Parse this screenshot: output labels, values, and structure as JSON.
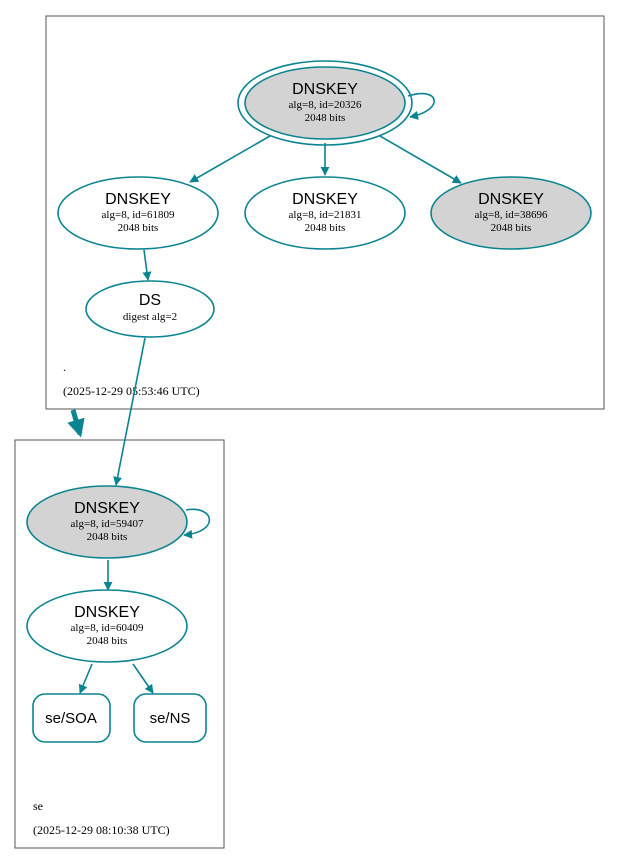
{
  "colors": {
    "edge": "#0a8490",
    "node_fill_grey": "#d3d3d3",
    "node_fill_white": "#ffffff",
    "cluster_border": "#555555"
  },
  "zones": {
    "root": {
      "label": ".",
      "timestamp": "(2025-12-29 05:53:46 UTC)"
    },
    "se": {
      "label": "se",
      "timestamp": "(2025-12-29 08:10:38 UTC)"
    }
  },
  "nodes": {
    "root_ksk": {
      "title": "DNSKEY",
      "line1": "alg=8, id=20326",
      "line2": "2048 bits"
    },
    "root_zsk_61809": {
      "title": "DNSKEY",
      "line1": "alg=8, id=61809",
      "line2": "2048 bits"
    },
    "root_zsk_21831": {
      "title": "DNSKEY",
      "line1": "alg=8, id=21831",
      "line2": "2048 bits"
    },
    "root_key_38696": {
      "title": "DNSKEY",
      "line1": "alg=8, id=38696",
      "line2": "2048 bits"
    },
    "root_ds": {
      "title": "DS",
      "line1": "digest alg=2"
    },
    "se_ksk": {
      "title": "DNSKEY",
      "line1": "alg=8, id=59407",
      "line2": "2048 bits"
    },
    "se_zsk": {
      "title": "DNSKEY",
      "line1": "alg=8, id=60409",
      "line2": "2048 bits"
    },
    "se_soa": {
      "title": "se/SOA"
    },
    "se_ns": {
      "title": "se/NS"
    }
  }
}
